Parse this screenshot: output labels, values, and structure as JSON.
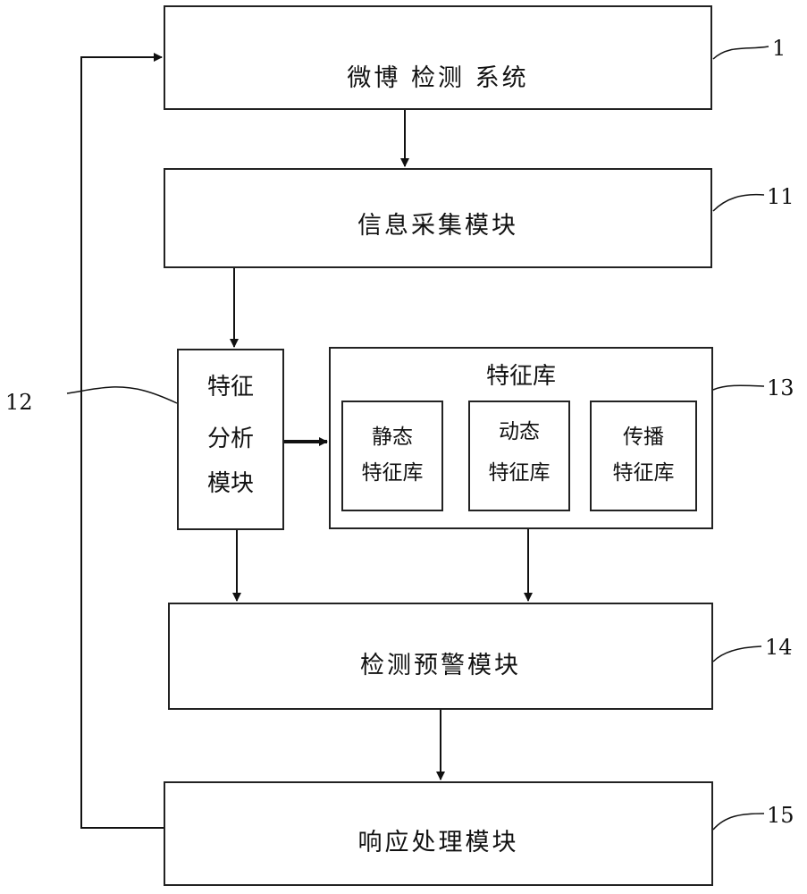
{
  "boxes": {
    "weibo_system": "微博 检测 系统",
    "info_collection": "信息采集模块",
    "feature_analysis": [
      "特征",
      "分析",
      "模块"
    ],
    "feature_library": {
      "title": "特征库",
      "static": [
        "静态",
        "特征库"
      ],
      "dynamic": [
        "动态",
        "特征库"
      ],
      "propagation": [
        "传播",
        "特征库"
      ]
    },
    "detect_warning": "检测预警模块",
    "response": "响应处理模块"
  },
  "refs": {
    "r1": "1",
    "r11": "11",
    "r12": "12",
    "r13": "13",
    "r14": "14",
    "r15": "15"
  }
}
